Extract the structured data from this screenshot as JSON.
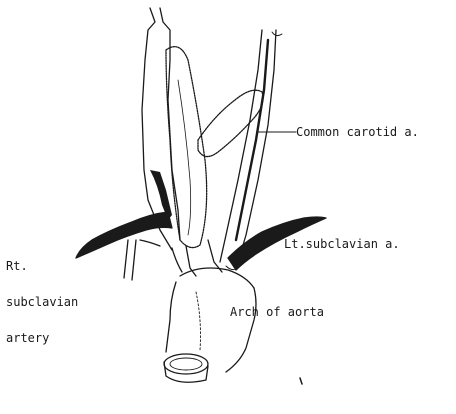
{
  "labels": {
    "common_carotid": "Common carotid a.",
    "lt_subclavian": "Lt.subclavian a.",
    "rt_subclavian_line1": "Rt.",
    "rt_subclavian_line2": "subclavian",
    "rt_subclavian_line3": "artery",
    "arch_of_aorta": "Arch of aorta"
  },
  "colors": {
    "ink": "#1a1a1a",
    "background": "#ffffff"
  }
}
